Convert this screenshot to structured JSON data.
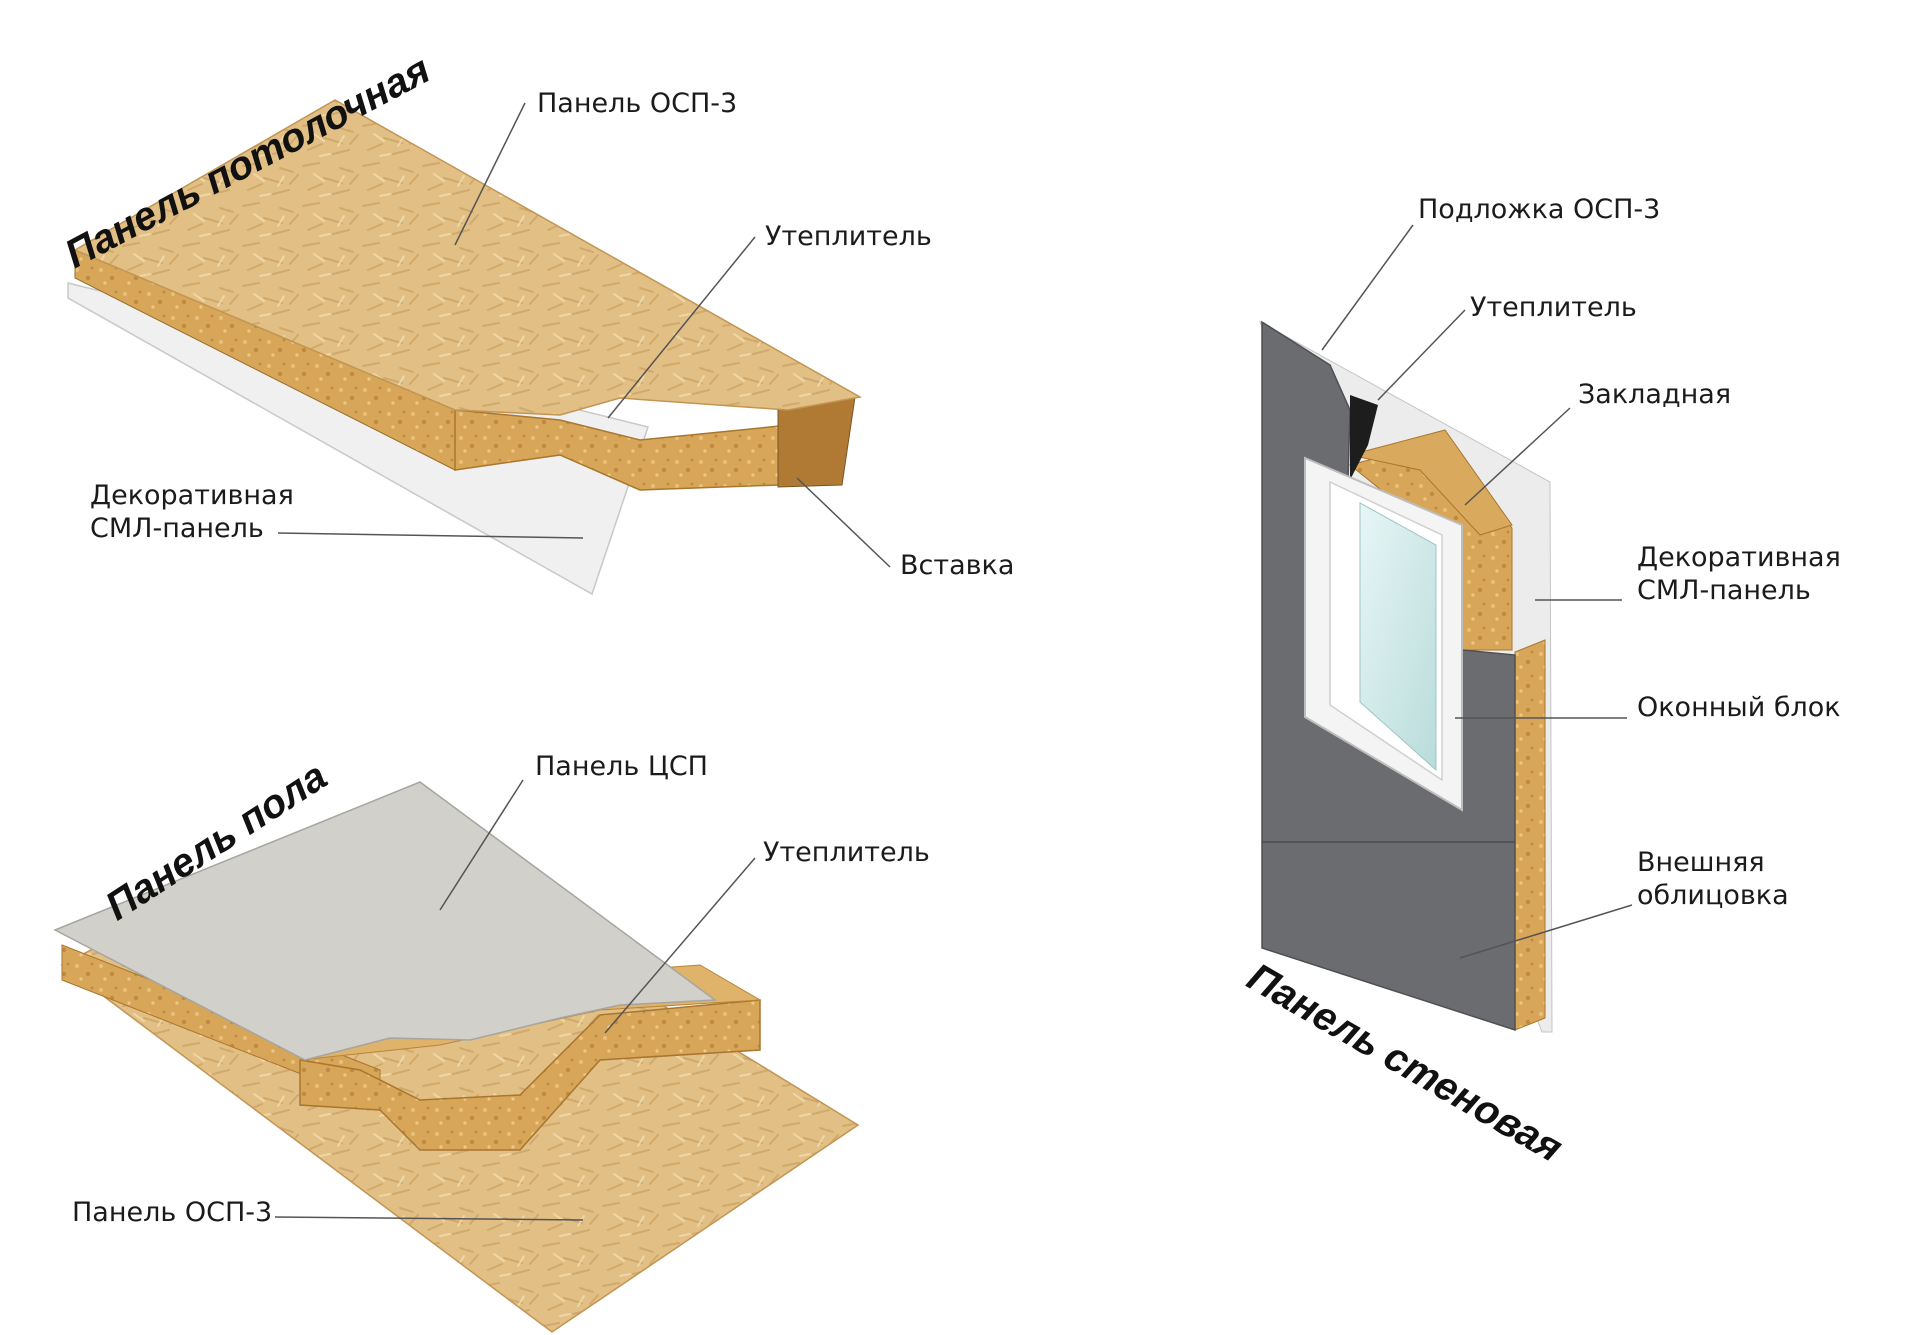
{
  "colors": {
    "osb": "#e2bf84",
    "osb_edge": "#c99a58",
    "insulation": "#d7a456",
    "insulation_edge": "#b37d33",
    "sml": "#eeeeee",
    "csp": "#d1d0cb",
    "cladding": "#6b6c6f",
    "leader": "#555555"
  },
  "ceiling": {
    "title": "Панель потолочная",
    "labels": {
      "osb": "Панель ОСП-3",
      "insulation": "Утеплитель",
      "sml_line1": "Декоративная",
      "sml_line2": "СМЛ-панель",
      "insert": "Вставка"
    }
  },
  "floor": {
    "title": "Панель пола",
    "labels": {
      "csp": "Панель ЦСП",
      "insulation": "Утеплитель",
      "osb": "Панель ОСП-3"
    }
  },
  "wall": {
    "title": "Панель стеновая",
    "labels": {
      "osb_backing": "Подложка ОСП-3",
      "insulation": "Утеплитель",
      "embed": "Закладная",
      "sml_line1": "Декоративная",
      "sml_line2": "СМЛ-панель",
      "window": "Оконный блок",
      "cladding_line1": "Внешняя",
      "cladding_line2": "облицовка"
    }
  }
}
